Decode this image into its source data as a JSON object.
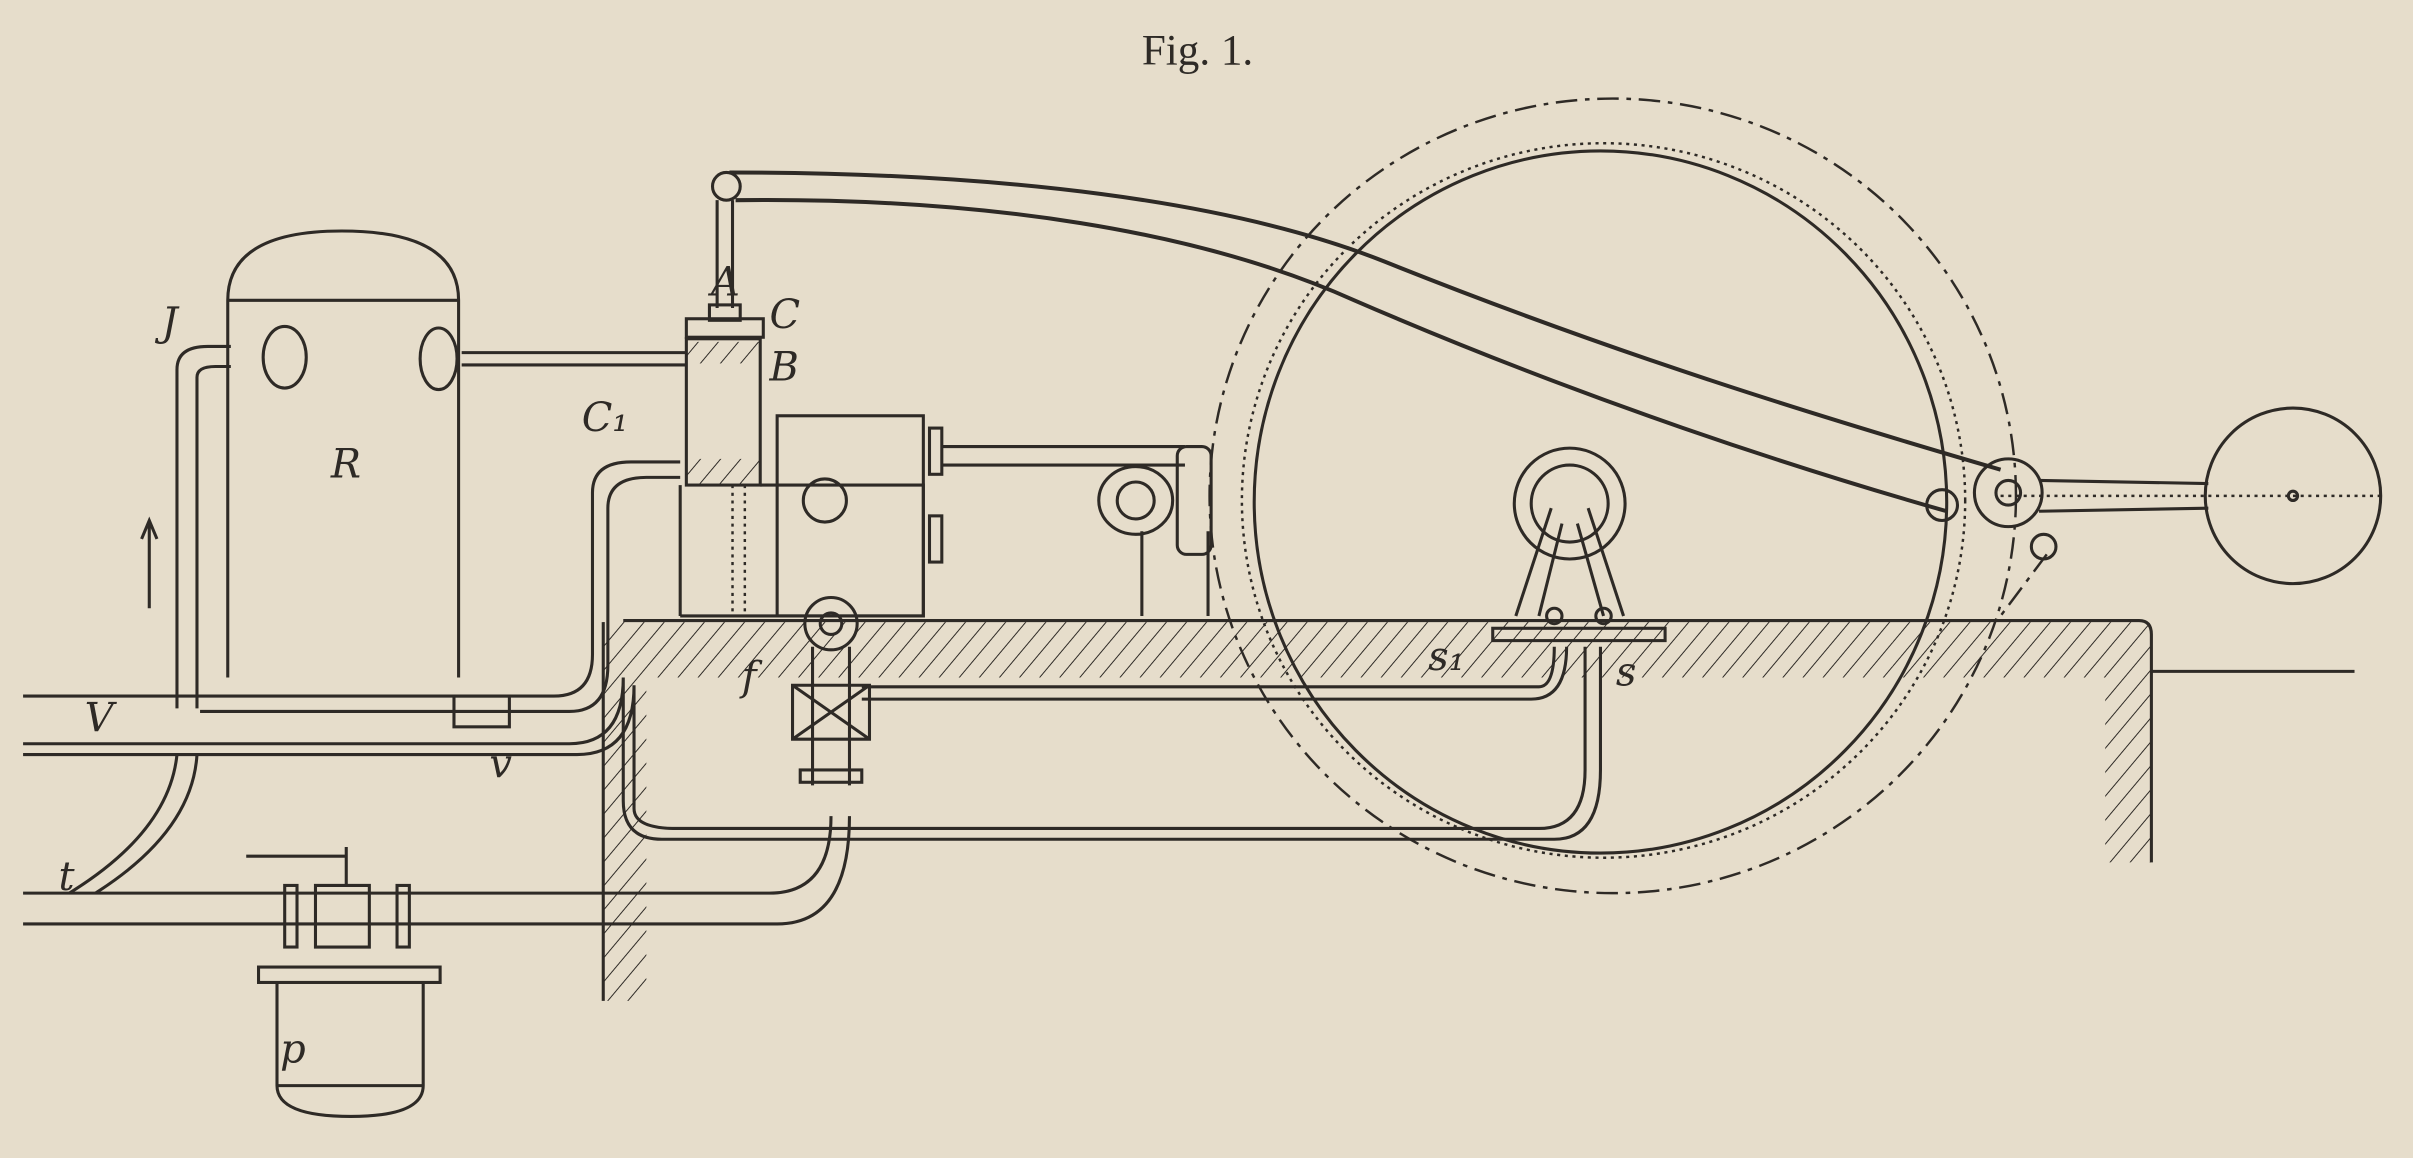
{
  "figure": {
    "title": "Fig. 1.",
    "labels": {
      "A": "A",
      "C": "C",
      "B": "B",
      "C1": "C₁",
      "R": "R",
      "J": "J",
      "V": "V",
      "v": "v",
      "t": "t",
      "p": "p",
      "f": "f",
      "s1": "s₁",
      "s": "s"
    }
  },
  "colors": {
    "paper": "#e6ddcb",
    "ink": "#2e2a26"
  }
}
